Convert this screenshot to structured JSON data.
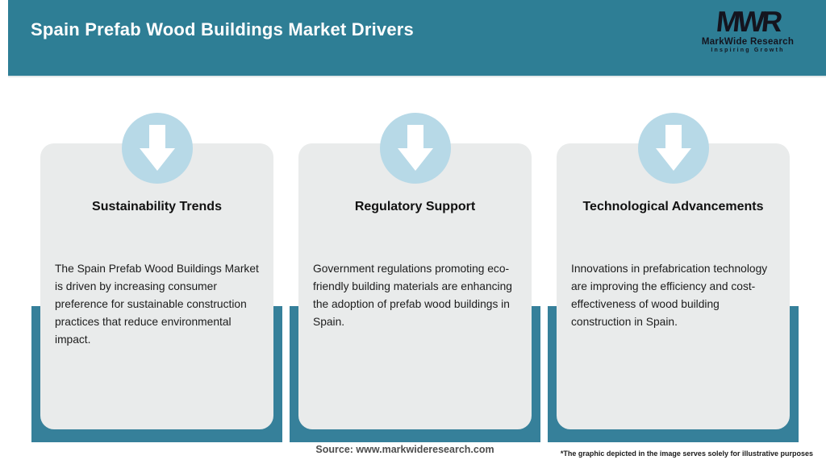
{
  "colors": {
    "header_bg": "#2e7e95",
    "backing_teal": "#36809a",
    "card_bg": "#e9ebeb",
    "circle_blue": "#b7d9e7",
    "header_text": "#ffffff",
    "card_title_text": "#111111",
    "body_text": "#1c1c1c",
    "source_text": "#4d4d4d",
    "logo_text": "#14141e"
  },
  "header": {
    "title": "Spain Prefab Wood Buildings Market Drivers",
    "logo": {
      "monogram": "MWR",
      "name": "MarkWide Research",
      "tagline": "Inspiring Growth"
    }
  },
  "cards": [
    {
      "icon": "down-arrow-icon",
      "title": "Sustainability Trends",
      "body": "The Spain Prefab Wood Buildings Market is driven by increasing consumer preference for sustainable construction practices that reduce environmental impact."
    },
    {
      "icon": "down-arrow-icon",
      "title": "Regulatory Support",
      "body": "Government regulations promoting eco-friendly building materials are enhancing the adoption of prefab wood buildings in Spain."
    },
    {
      "icon": "down-arrow-icon",
      "title": "Technological Advancements",
      "body": "Innovations in prefabrication technology are improving the efficiency and cost-effectiveness of wood building construction in Spain."
    }
  ],
  "footer": {
    "source": "Source: www.markwideresearch.com",
    "disclaimer": "*The graphic depicted in the image serves solely for illustrative purposes"
  }
}
